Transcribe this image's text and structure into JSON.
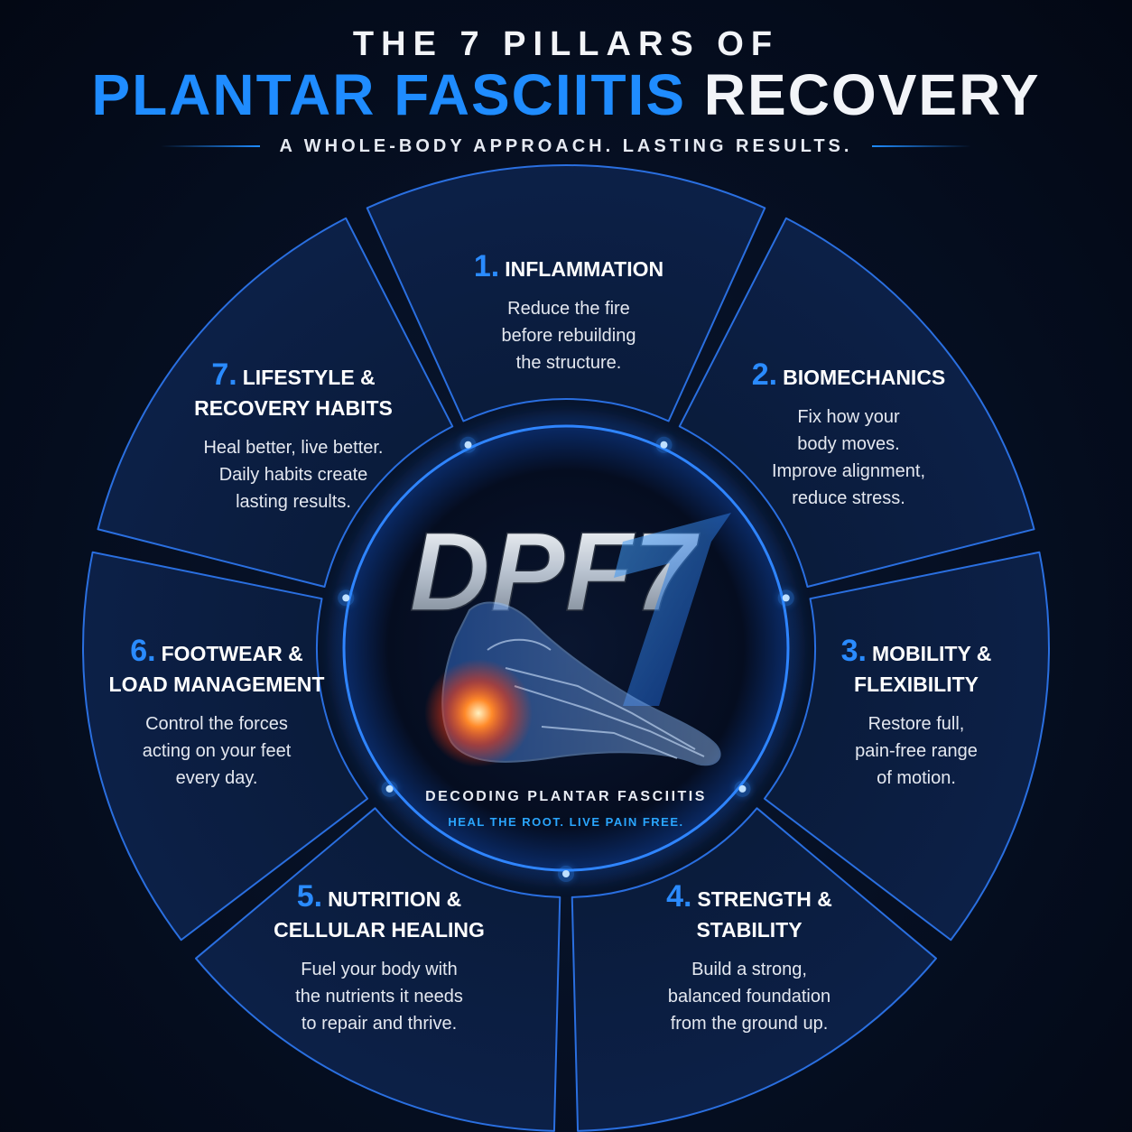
{
  "header": {
    "title_top": "THE 7 PILLARS OF",
    "title_accent": "PLANTAR FASCIITIS",
    "title_plain": "RECOVERY",
    "tagline": "A WHOLE-BODY APPROACH. LASTING RESULTS."
  },
  "center": {
    "logo": "DPF7",
    "subtitle": "DECODING PLANTAR FASCIITIS",
    "slogan": "HEAL THE ROOT. LIVE PAIN FREE."
  },
  "pillars": [
    {
      "num": "1.",
      "title_lines": [
        "INFLAMMATION"
      ],
      "desc_lines": [
        "Reduce the fire",
        "before rebuilding",
        "the structure."
      ]
    },
    {
      "num": "2.",
      "title_lines": [
        "BIOMECHANICS"
      ],
      "desc_lines": [
        "Fix how your",
        "body moves.",
        "Improve alignment,",
        "reduce stress."
      ]
    },
    {
      "num": "3.",
      "title_lines": [
        "MOBILITY &",
        "FLEXIBILITY"
      ],
      "desc_lines": [
        "Restore full,",
        "pain-free range",
        "of motion."
      ]
    },
    {
      "num": "4.",
      "title_lines": [
        "STRENGTH &",
        "STABILITY"
      ],
      "desc_lines": [
        "Build a strong,",
        "balanced foundation",
        "from the ground up."
      ]
    },
    {
      "num": "5.",
      "title_lines": [
        "NUTRITION &",
        "CELLULAR HEALING"
      ],
      "desc_lines": [
        "Fuel your body with",
        "the nutrients it needs",
        "to repair and thrive."
      ]
    },
    {
      "num": "6.",
      "title_lines": [
        "FOOTWEAR &",
        "LOAD MANAGEMENT"
      ],
      "desc_lines": [
        "Control the forces",
        "acting on your feet",
        "every day."
      ]
    },
    {
      "num": "7.",
      "title_lines": [
        "LIFESTYLE &",
        "RECOVERY HABITS"
      ],
      "desc_lines": [
        "Heal better, live better.",
        "Daily habits create",
        "lasting results."
      ]
    }
  ],
  "colors": {
    "accent": "#1f8cff",
    "background": "#061024",
    "segment_fill": "#0b1a33",
    "segment_stroke": "#2a6fe0",
    "inflammation_glow": "#ff5a1a"
  },
  "icons": [
    "foot-xray-icon",
    "dpf7-logo"
  ]
}
